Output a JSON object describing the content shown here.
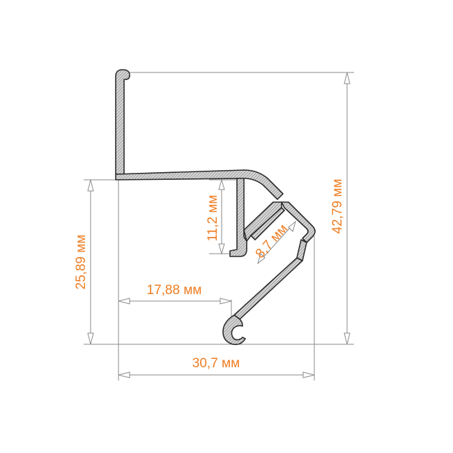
{
  "colors": {
    "dimension_text": "#ee7d22",
    "dimension_line": "#8a8a8a",
    "profile_outline": "#2a2a2a"
  },
  "dimensions": {
    "total_height": "42,79 мм",
    "lower_height": "25,89 мм",
    "inner_height": "11,2 мм",
    "diagonal": "8,7 мм",
    "inner_width": "17,88 мм",
    "total_width": "30,7 мм"
  }
}
